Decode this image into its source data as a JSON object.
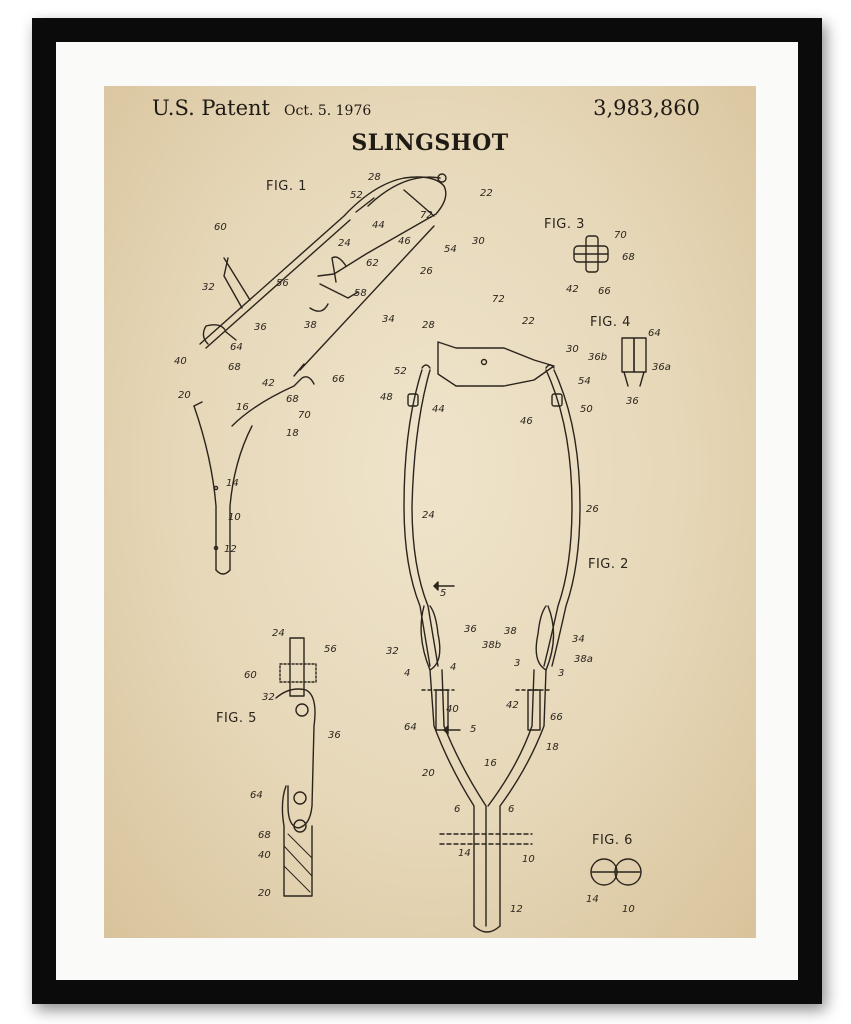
{
  "header": {
    "office": "U.S. Patent",
    "date": "Oct. 5. 1976",
    "number": "3,983,860",
    "title": "SLINGSHOT"
  },
  "figures": [
    "FIG. 1",
    "FIG. 2",
    "FIG. 3",
    "FIG. 4",
    "FIG. 5",
    "FIG. 6"
  ],
  "refs": {
    "fig1": [
      "28",
      "22",
      "52",
      "44",
      "72",
      "30",
      "46",
      "54",
      "60",
      "24",
      "26",
      "62",
      "58",
      "32",
      "56",
      "36",
      "34",
      "38",
      "64",
      "68",
      "66",
      "40",
      "42",
      "68",
      "20",
      "16",
      "70",
      "18",
      "14",
      "10",
      "12"
    ],
    "fig2": [
      "72",
      "22",
      "28",
      "30",
      "52",
      "48",
      "44",
      "54",
      "46",
      "50",
      "24",
      "26",
      "5",
      "32",
      "36",
      "38",
      "38b",
      "34",
      "38a",
      "4",
      "4",
      "3",
      "3",
      "40",
      "42",
      "64",
      "66",
      "5",
      "20",
      "16",
      "18",
      "6",
      "6",
      "14",
      "10",
      "12"
    ],
    "fig3": [
      "70",
      "68",
      "42",
      "66"
    ],
    "fig4": [
      "64",
      "36b",
      "36a",
      "36"
    ],
    "fig5": [
      "24",
      "56",
      "60",
      "32",
      "36",
      "64",
      "68",
      "40",
      "20"
    ],
    "fig6": [
      "14",
      "10"
    ]
  },
  "colors": {
    "frame": "#0b0b0b",
    "mat": "#fafaf8",
    "paper": "#e6d7b8",
    "ink": "#2a241c"
  }
}
